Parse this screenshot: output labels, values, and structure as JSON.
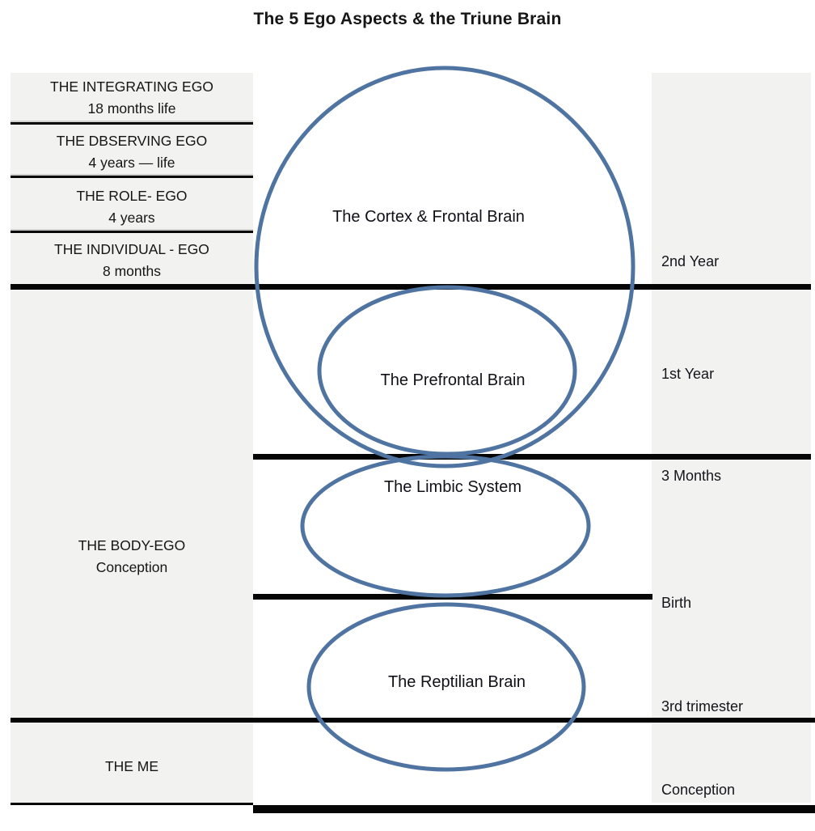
{
  "title": "The 5 Ego Aspects & the Triune Brain",
  "colors": {
    "panel_bg": "#f2f2f0",
    "divider_line": "#050505",
    "circle_stroke": "#4f74a1",
    "text": "#151515"
  },
  "left_column": {
    "sections": [
      {
        "name": "THE INTEGRATING EGO",
        "period": "18 months  life"
      },
      {
        "name": "THE DBSERVING EGO",
        "period": "4 years — life"
      },
      {
        "name": "THE ROLE- EGO",
        "period": "4 years"
      },
      {
        "name": "THE INDIVIDUAL - EGO",
        "period": "8 months"
      },
      {
        "name": "THE BODY-EGO",
        "period": "Conception"
      },
      {
        "name": "THE ME",
        "period": ""
      }
    ]
  },
  "brain_regions": [
    {
      "label": "The Cortex & Frontal Brain"
    },
    {
      "label": "The Prefrontal Brain"
    },
    {
      "label": "The Limbic System"
    },
    {
      "label": "The Reptilian Brain"
    }
  ],
  "timeline": {
    "labels": [
      {
        "text": "2nd Year"
      },
      {
        "text": "1st Year"
      },
      {
        "text": "3 Months"
      },
      {
        "text": "Birth"
      },
      {
        "text": "3rd trimester"
      },
      {
        "text": "Conception"
      }
    ]
  }
}
